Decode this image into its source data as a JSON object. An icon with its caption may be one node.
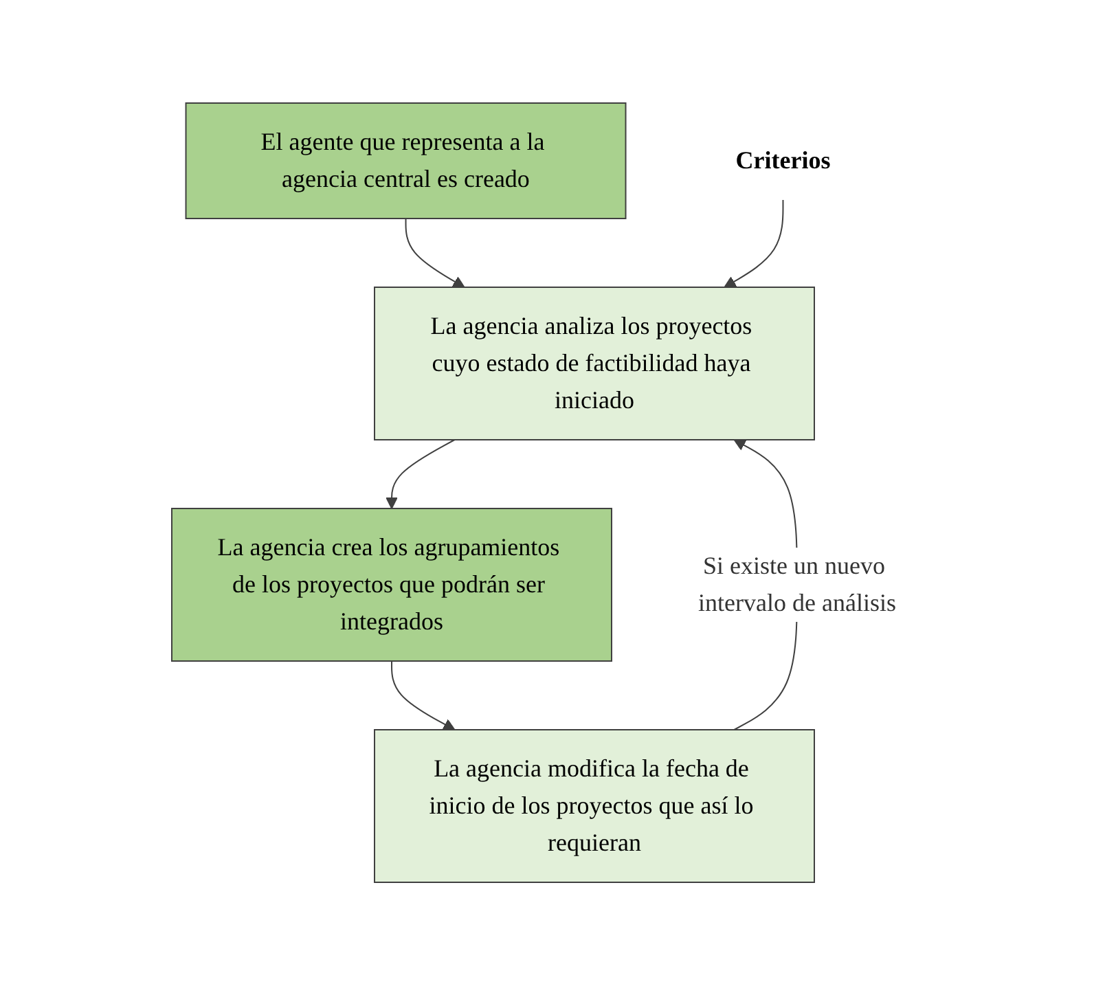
{
  "diagram": {
    "nodes": [
      {
        "text": [
          "El agente que representa a la agencia central es creado"
        ]
      },
      {
        "text": [
          "La agencia analiza los proyectos cuyo estado de factibilidad haya iniciado"
        ]
      },
      {
        "text": [
          "La agencia crea los agrupamientos de los proyectos que podrán ser integrados"
        ]
      },
      {
        "text": [
          "La agencia modifica la fecha de inicio de los proyectos que así lo requieran"
        ]
      },
      {
        "text": [
          "Criterios"
        ]
      }
    ],
    "edges": [
      {
        "from": 0,
        "to": 1,
        "arrow": "to"
      },
      {
        "from": 4,
        "to": 1,
        "arrow": "to"
      },
      {
        "from": 1,
        "to": 2,
        "arrow": "to"
      },
      {
        "from": 2,
        "to": 3,
        "arrow": "to"
      },
      {
        "from": 3,
        "to": 1,
        "arrow": "to",
        "label": "Si existe un nuevo intervalo de análisis"
      }
    ]
  }
}
